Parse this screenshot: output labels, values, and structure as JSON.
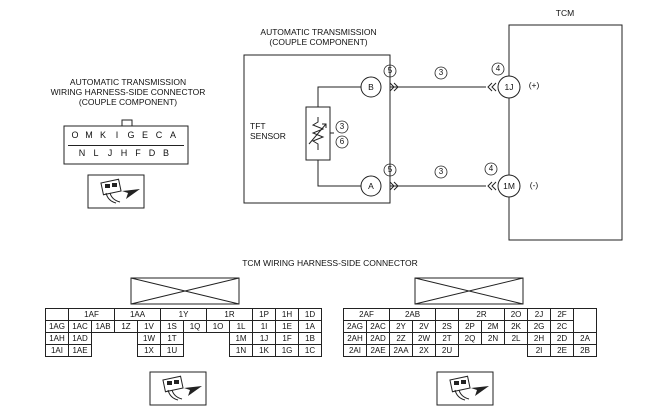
{
  "at_component": {
    "title_line1": "AUTOMATIC TRANSMISSION",
    "title_line2": "(COUPLE COMPONENT)",
    "sensor_line1": "TFT",
    "sensor_line2": "SENSOR",
    "terminal_b": "B",
    "terminal_a": "A"
  },
  "tcm": {
    "title": "TCM",
    "terminal_1j": "1J",
    "terminal_1m": "1M",
    "plus": "(+)",
    "minus": "(-)"
  },
  "circled_numbers": {
    "b_side": "5",
    "a_side": "5",
    "wire_top": "3",
    "wire_bottom": "3",
    "tcm_top": "4",
    "tcm_bottom": "4",
    "sensor_1": "3",
    "sensor_2": "6"
  },
  "harness_connector": {
    "title_line1": "AUTOMATIC TRANSMISSION",
    "title_line2": "WIRING HARNESS-SIDE CONNECTOR",
    "title_line3": "(COUPLE COMPONENT)",
    "top_row": [
      "O",
      "M",
      "K",
      "I",
      "G",
      "E",
      "C",
      "A"
    ],
    "bottom_row": [
      "N",
      "L",
      "J",
      "H",
      "F",
      "D",
      "B"
    ]
  },
  "tcm_connector": {
    "title": "TCM WIRING HARNESS-SIDE CONNECTOR",
    "left": {
      "row1": [
        "",
        "1AF",
        "1AA",
        "1Y",
        "1R",
        "1P",
        "",
        "1H",
        "1D"
      ],
      "row2": [
        "1AG",
        "1AC",
        "1AB",
        "1Z",
        "1V",
        "1S",
        "1Q",
        "1O",
        "1L",
        "1I",
        "1E",
        "1A"
      ],
      "row3": [
        "1AH",
        "1AD",
        "",
        "",
        "1W",
        "1T",
        "",
        "",
        "1M",
        "1J",
        "1F",
        "1B"
      ],
      "row4": [
        "1AI",
        "1AE",
        "",
        "",
        "1X",
        "1U",
        "",
        "",
        "1N",
        "1K",
        "1G",
        "1C"
      ]
    },
    "right": {
      "row1": [
        "2AF",
        "2AB",
        "",
        "2R",
        "2O",
        "2J",
        "2F",
        ""
      ],
      "row2": [
        "2AG",
        "2AC",
        "2Y",
        "2V",
        "2S",
        "2P",
        "2M",
        "2K",
        "2G",
        "2C",
        ""
      ],
      "row3": [
        "2AH",
        "2AD",
        "2Z",
        "2W",
        "2T",
        "2Q",
        "2N",
        "2L",
        "2H",
        "2D",
        "2A"
      ],
      "row4": [
        "2AI",
        "2AE",
        "2AA",
        "2X",
        "2U",
        "",
        "",
        "",
        "2I",
        "2E",
        "2B"
      ]
    }
  }
}
